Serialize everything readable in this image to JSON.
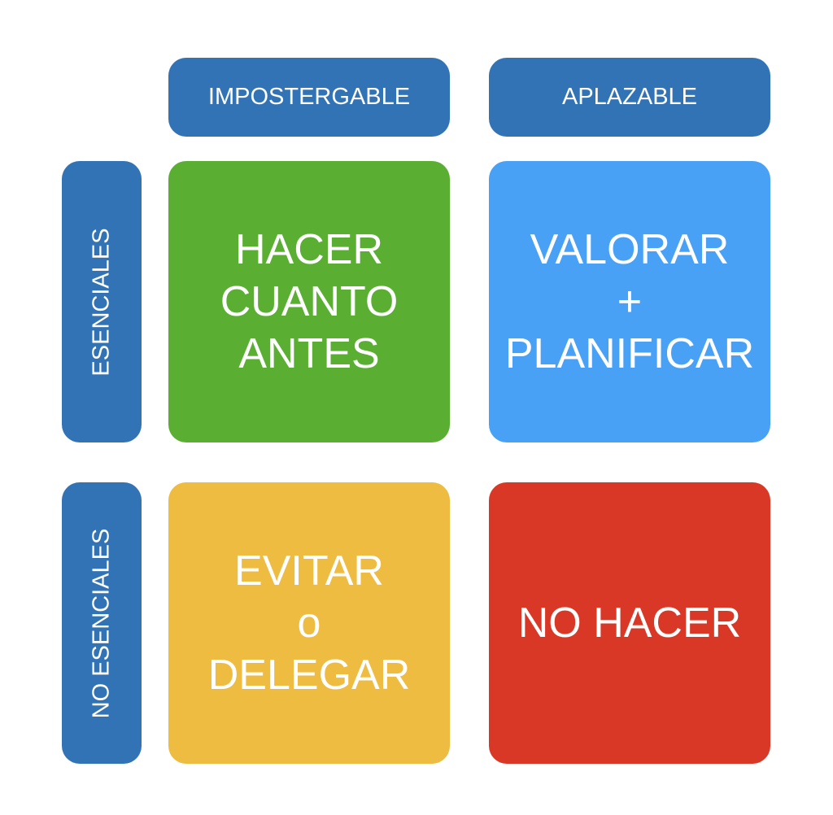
{
  "columns": {
    "left_label": "IMPOSTERGABLE",
    "right_label": "APLAZABLE"
  },
  "rows": {
    "top_label": "ESENCIALES",
    "bottom_label": "NO ESENCIALES"
  },
  "quadrants": {
    "top_left": {
      "lines": [
        "HACER",
        "CUANTO",
        "ANTES"
      ]
    },
    "top_right": {
      "lines": [
        "VALORAR",
        "+",
        "PLANIFICAR"
      ]
    },
    "bottom_left": {
      "lines": [
        "EVITAR",
        "o",
        "DELEGAR"
      ]
    },
    "bottom_right": {
      "lines": [
        "NO HACER"
      ]
    }
  },
  "colors": {
    "header": "#3273b5",
    "green": "#5aaf33",
    "blue": "#48a1f5",
    "yellow": "#eebc41",
    "red": "#da3826",
    "text": "#ffffff"
  }
}
